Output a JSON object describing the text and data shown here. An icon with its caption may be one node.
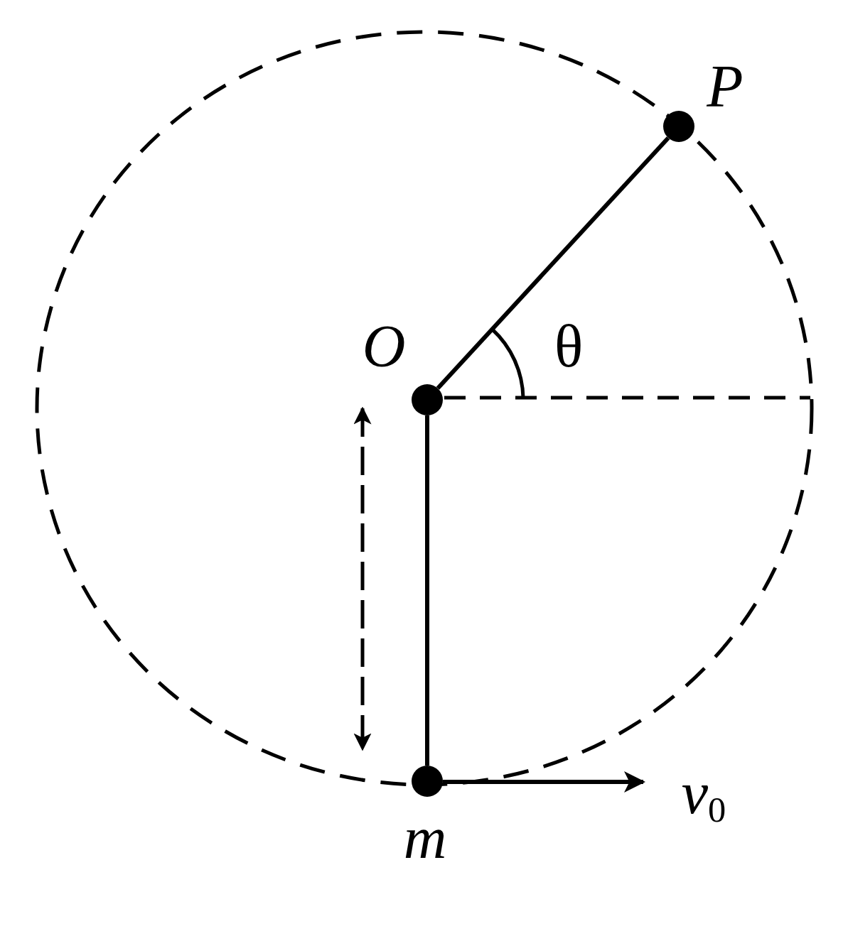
{
  "diagram": {
    "nodes": [
      {
        "text": [],
        "shape": "circle",
        "beside": [
          "O"
        ]
      },
      {
        "text": [],
        "shape": "circle",
        "beside": [
          "P"
        ]
      },
      {
        "text": [],
        "shape": "circle",
        "beside": [
          "m"
        ]
      }
    ],
    "edges": [
      {
        "from": 0,
        "to": 1,
        "arrow": "none"
      },
      {
        "from": 0,
        "to": 2,
        "arrow": "none"
      }
    ],
    "labels": [
      "θ",
      "v$_{0}$"
    ]
  }
}
